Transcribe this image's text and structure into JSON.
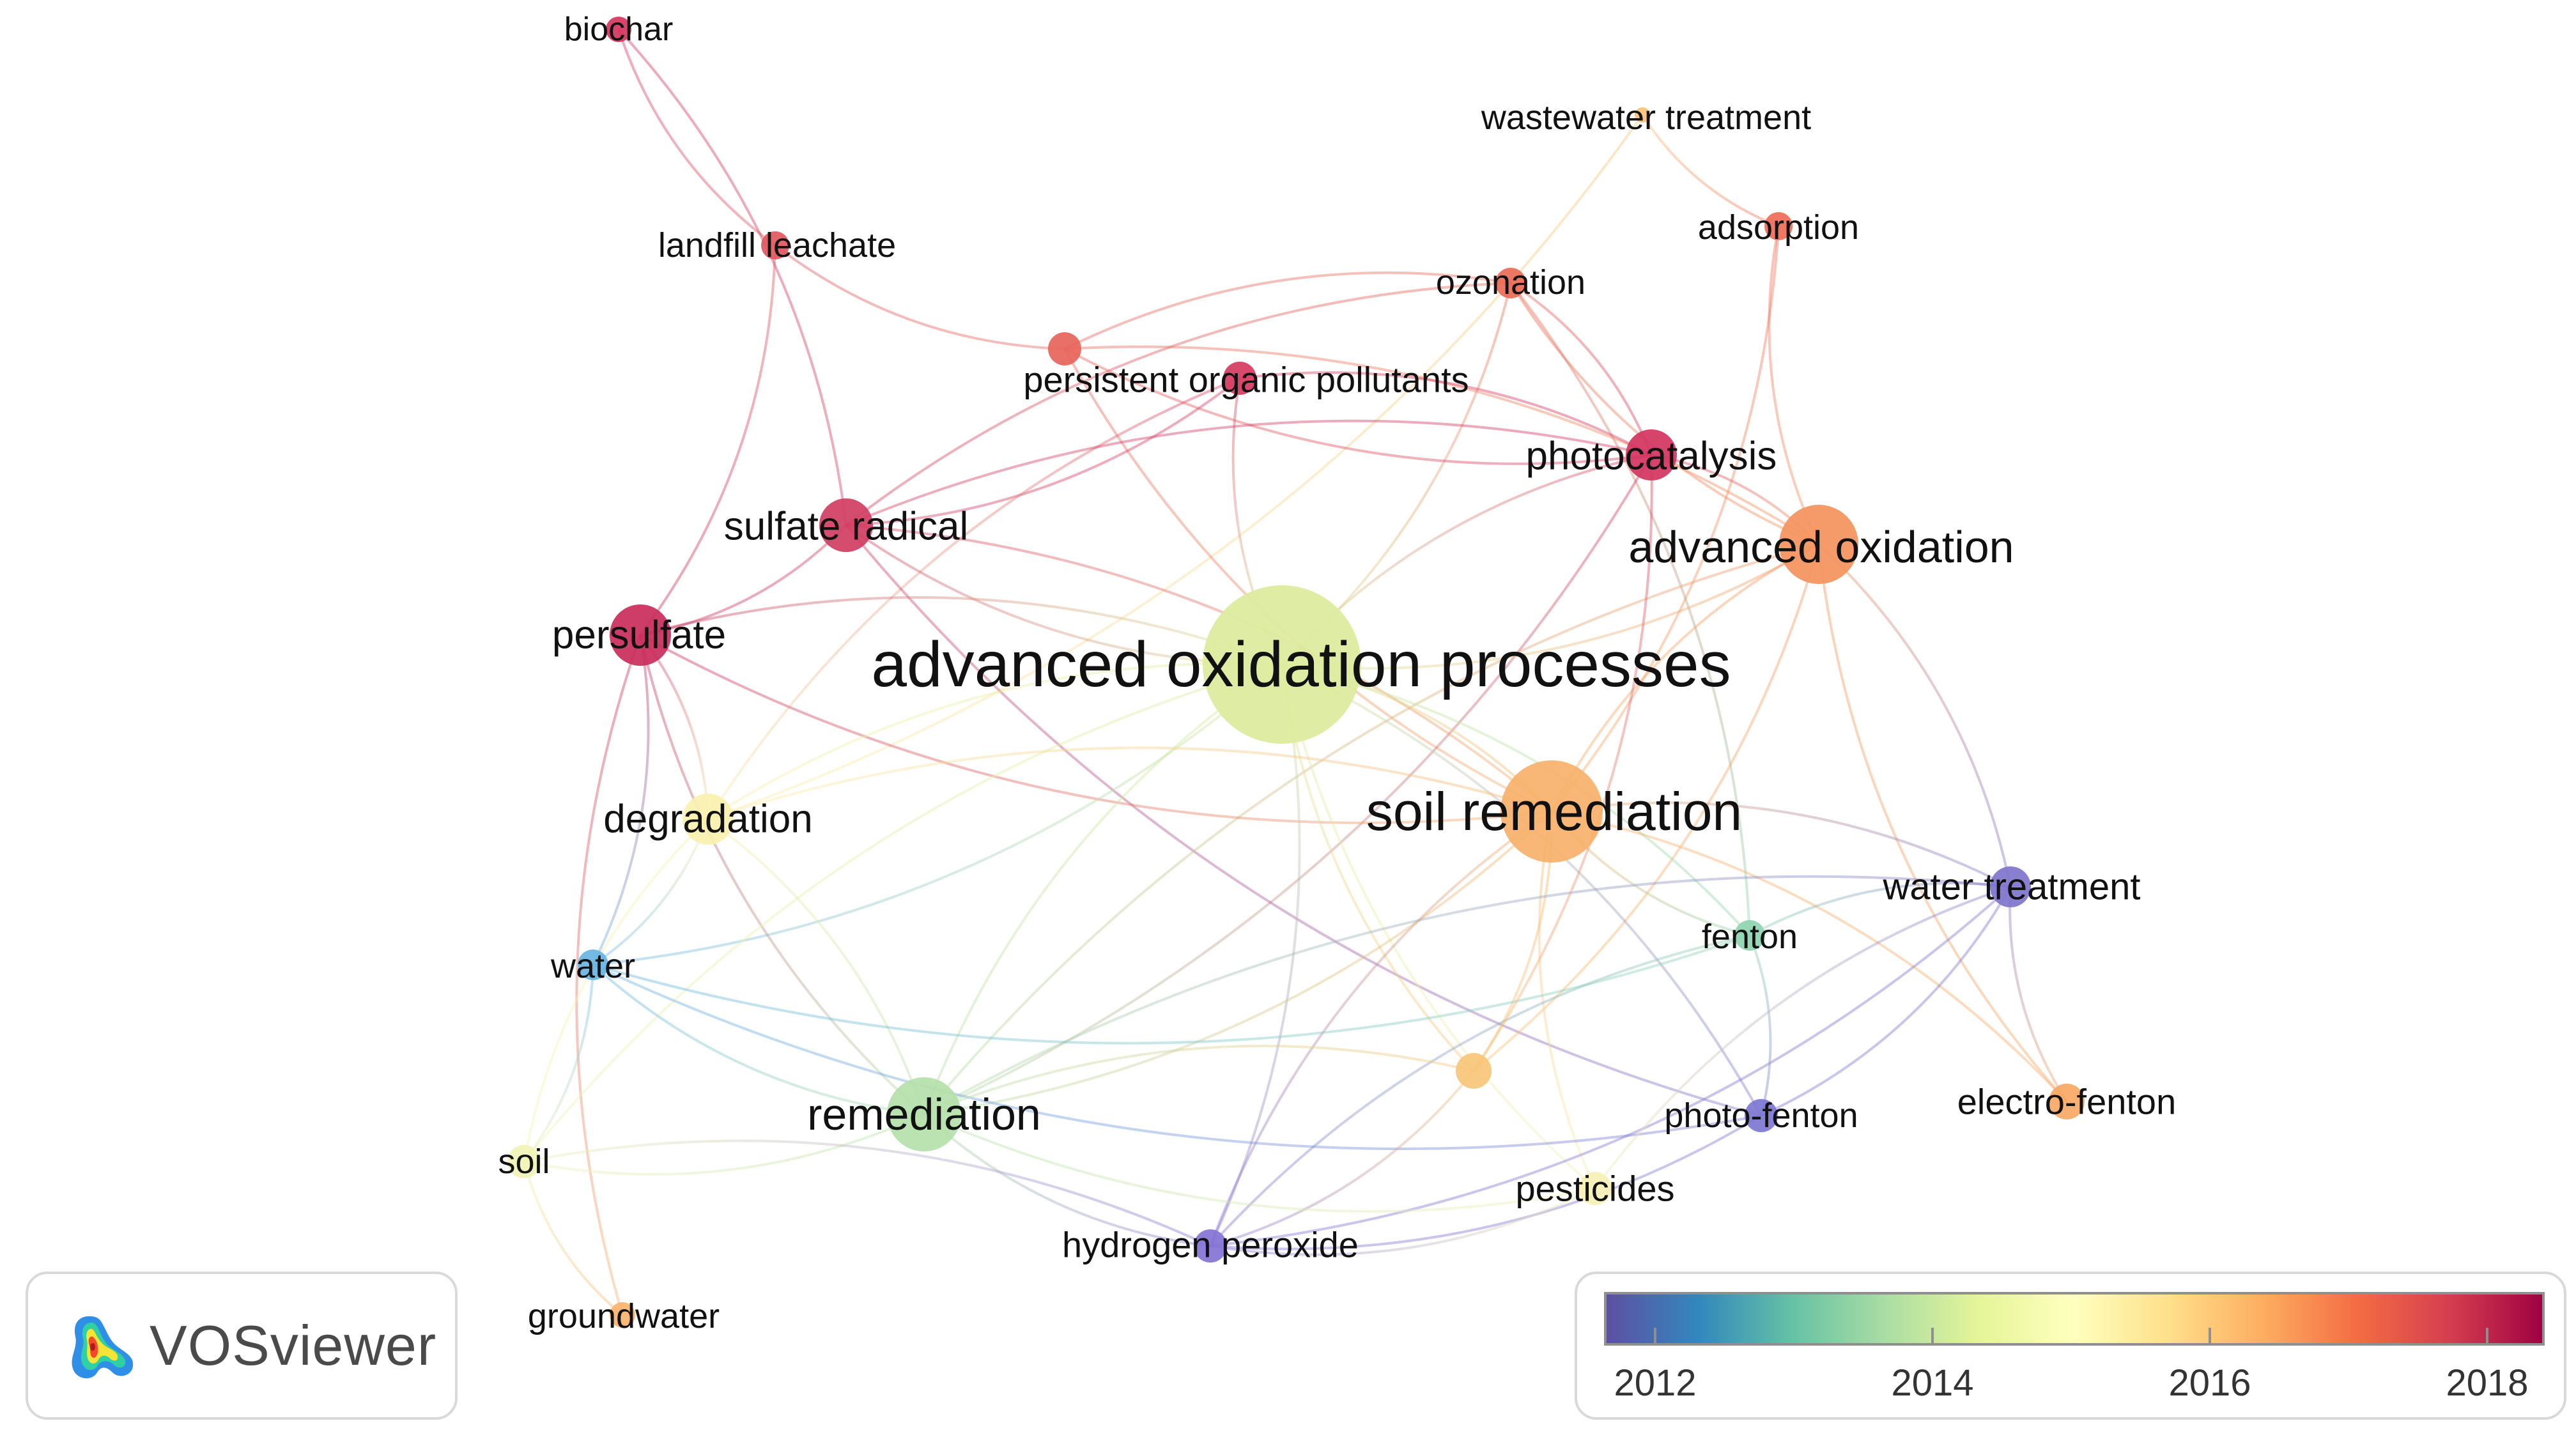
{
  "nodes": [
    {
      "id": "biochar",
      "label": "biochar",
      "color": "#d5355e"
    },
    {
      "id": "landfill-leachate",
      "label": "landfill leachate",
      "color": "#e05860"
    },
    {
      "id": "wastewater-treatment",
      "label": "wastewater treatment",
      "color": "#f8c27a"
    },
    {
      "id": "adsorption",
      "label": "adsorption",
      "color": "#ef6b57"
    },
    {
      "id": "ozonation",
      "label": "ozonation",
      "color": "#e96a55"
    },
    {
      "id": "persistent-organic-pollutants-a",
      "label": "",
      "color": "#e7645a"
    },
    {
      "id": "persistent-organic-pollutants",
      "label": "persistent organic pollutants",
      "color": "#d63a5f"
    },
    {
      "id": "photocatalysis",
      "label": "photocatalysis",
      "color": "#d33460"
    },
    {
      "id": "sulfate-radical",
      "label": "sulfate radical",
      "color": "#d13e62"
    },
    {
      "id": "advanced-oxidation",
      "label": "advanced oxidation",
      "color": "#f4935d"
    },
    {
      "id": "persulfate",
      "label": "persulfate",
      "color": "#c92d5b"
    },
    {
      "id": "advanced-oxidation-processes",
      "label": "advanced oxidation processes",
      "color": "#dceb9c"
    },
    {
      "id": "soil-remediation",
      "label": "soil remediation",
      "color": "#f7b16a"
    },
    {
      "id": "degradation",
      "label": "degradation",
      "color": "#faf0ae"
    },
    {
      "id": "water-treatment",
      "label": "water treatment",
      "color": "#7f74cd"
    },
    {
      "id": "fenton",
      "label": "fenton",
      "color": "#8fd4b0"
    },
    {
      "id": "water",
      "label": "water",
      "color": "#67b5e3"
    },
    {
      "id": "unlabeled",
      "label": "",
      "color": "#f7c578"
    },
    {
      "id": "photo-fenton",
      "label": "photo-fenton",
      "color": "#7d77d2"
    },
    {
      "id": "electro-fenton",
      "label": "electro-fenton",
      "color": "#f7a863"
    },
    {
      "id": "remediation",
      "label": "remediation",
      "color": "#b5dfaa"
    },
    {
      "id": "soil",
      "label": "soil",
      "color": "#f1f3b6"
    },
    {
      "id": "pesticides",
      "label": "pesticides",
      "color": "#f6f0b6"
    },
    {
      "id": "hydrogen-peroxide",
      "label": "hydrogen peroxide",
      "color": "#8673d5"
    },
    {
      "id": "groundwater",
      "label": "groundwater",
      "color": "#f8b36c"
    }
  ],
  "edges": [
    [
      "biochar",
      "landfill-leachate"
    ],
    [
      "biochar",
      "sulfate-radical"
    ],
    [
      "landfill-leachate",
      "persistent-organic-pollutants-a"
    ],
    [
      "landfill-leachate",
      "persulfate"
    ],
    [
      "wastewater-treatment",
      "adsorption"
    ],
    [
      "wastewater-treatment",
      "degradation"
    ],
    [
      "adsorption",
      "advanced-oxidation"
    ],
    [
      "adsorption",
      "soil-remediation"
    ],
    [
      "ozonation",
      "persistent-organic-pollutants-a"
    ],
    [
      "ozonation",
      "photocatalysis"
    ],
    [
      "ozonation",
      "advanced-oxidation"
    ],
    [
      "ozonation",
      "fenton"
    ],
    [
      "ozonation",
      "sulfate-radical"
    ],
    [
      "ozonation",
      "advanced-oxidation-processes"
    ],
    [
      "persistent-organic-pollutants-a",
      "photocatalysis"
    ],
    [
      "persistent-organic-pollutants-a",
      "advanced-oxidation"
    ],
    [
      "persistent-organic-pollutants-a",
      "soil-remediation"
    ],
    [
      "persistent-organic-pollutants",
      "photocatalysis"
    ],
    [
      "persistent-organic-pollutants",
      "advanced-oxidation-processes"
    ],
    [
      "persistent-organic-pollutants",
      "sulfate-radical"
    ],
    [
      "persistent-organic-pollutants",
      "degradation"
    ],
    [
      "photocatalysis",
      "advanced-oxidation"
    ],
    [
      "photocatalysis",
      "advanced-oxidation-processes"
    ],
    [
      "photocatalysis",
      "remediation"
    ],
    [
      "photocatalysis",
      "sulfate-radical"
    ],
    [
      "sulfate-radical",
      "persulfate"
    ],
    [
      "sulfate-radical",
      "advanced-oxidation-processes"
    ],
    [
      "sulfate-radical",
      "soil-remediation"
    ],
    [
      "sulfate-radical",
      "photo-fenton"
    ],
    [
      "advanced-oxidation",
      "advanced-oxidation-processes"
    ],
    [
      "advanced-oxidation",
      "soil-remediation"
    ],
    [
      "advanced-oxidation",
      "water-treatment"
    ],
    [
      "advanced-oxidation",
      "electro-fenton"
    ],
    [
      "advanced-oxidation",
      "unlabeled"
    ],
    [
      "advanced-oxidation",
      "remediation"
    ],
    [
      "persulfate",
      "advanced-oxidation-processes"
    ],
    [
      "persulfate",
      "soil-remediation"
    ],
    [
      "persulfate",
      "degradation"
    ],
    [
      "persulfate",
      "remediation"
    ],
    [
      "persulfate",
      "water"
    ],
    [
      "persulfate",
      "groundwater"
    ],
    [
      "advanced-oxidation-processes",
      "soil-remediation"
    ],
    [
      "advanced-oxidation-processes",
      "degradation"
    ],
    [
      "advanced-oxidation-processes",
      "water"
    ],
    [
      "advanced-oxidation-processes",
      "remediation"
    ],
    [
      "advanced-oxidation-processes",
      "fenton"
    ],
    [
      "advanced-oxidation-processes",
      "unlabeled"
    ],
    [
      "advanced-oxidation-processes",
      "photo-fenton"
    ],
    [
      "advanced-oxidation-processes",
      "pesticides"
    ],
    [
      "advanced-oxidation-processes",
      "hydrogen-peroxide"
    ],
    [
      "advanced-oxidation-processes",
      "soil"
    ],
    [
      "soil-remediation",
      "water-treatment"
    ],
    [
      "soil-remediation",
      "fenton"
    ],
    [
      "soil-remediation",
      "remediation"
    ],
    [
      "soil-remediation",
      "degradation"
    ],
    [
      "soil-remediation",
      "unlabeled"
    ],
    [
      "soil-remediation",
      "pesticides"
    ],
    [
      "soil-remediation",
      "electro-fenton"
    ],
    [
      "soil-remediation",
      "hydrogen-peroxide"
    ],
    [
      "degradation",
      "water"
    ],
    [
      "degradation",
      "soil"
    ],
    [
      "degradation",
      "remediation"
    ],
    [
      "water-treatment",
      "fenton"
    ],
    [
      "water-treatment",
      "photo-fenton"
    ],
    [
      "water-treatment",
      "electro-fenton"
    ],
    [
      "water-treatment",
      "hydrogen-peroxide"
    ],
    [
      "water-treatment",
      "remediation"
    ],
    [
      "fenton",
      "photo-fenton"
    ],
    [
      "fenton",
      "hydrogen-peroxide"
    ],
    [
      "fenton",
      "water"
    ],
    [
      "water",
      "remediation"
    ],
    [
      "water",
      "soil"
    ],
    [
      "water",
      "photo-fenton"
    ],
    [
      "unlabeled",
      "hydrogen-peroxide"
    ],
    [
      "unlabeled",
      "photocatalysis"
    ],
    [
      "photo-fenton",
      "hydrogen-peroxide"
    ],
    [
      "remediation",
      "hydrogen-peroxide"
    ],
    [
      "remediation",
      "soil"
    ],
    [
      "remediation",
      "pesticides"
    ],
    [
      "remediation",
      "unlabeled"
    ],
    [
      "soil",
      "groundwater"
    ],
    [
      "soil",
      "hydrogen-peroxide"
    ],
    [
      "hydrogen-peroxide",
      "pesticides"
    ],
    [
      "pesticides",
      "water-treatment"
    ]
  ],
  "logo": {
    "text": "VOSviewer"
  },
  "legend": {
    "ticks": [
      "2012",
      "2014",
      "2016",
      "2018"
    ],
    "gradient": [
      "#5e4fa2",
      "#3288bd",
      "#66c2a5",
      "#abdda4",
      "#e6f598",
      "#ffffbf",
      "#fee08b",
      "#fdae61",
      "#f46d43",
      "#d53e4f",
      "#9e0142"
    ]
  }
}
